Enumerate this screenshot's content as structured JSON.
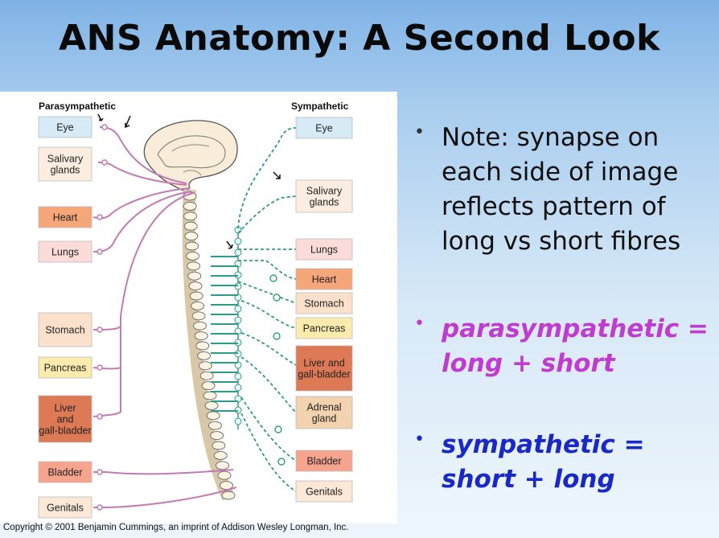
{
  "title": "ANS Anatomy: A Second Look",
  "figure": {
    "parasympathetic_heading": "Parasympathetic",
    "sympathetic_heading": "Sympathetic",
    "parasympathetic_organs": [
      {
        "label": "Eye",
        "fill": "#d7ebf7"
      },
      {
        "label": "Salivary glands",
        "fill": "#fbeee0"
      },
      {
        "label": "Heart",
        "fill": "#f5a77a"
      },
      {
        "label": "Lungs",
        "fill": "#fcdcd9"
      },
      {
        "label": "Stomach",
        "fill": "#fbe1cc"
      },
      {
        "label": "Pancreas",
        "fill": "#fbecae"
      },
      {
        "label": "Liver and gall-bladder",
        "fill": "#dd7a55"
      },
      {
        "label": "Bladder",
        "fill": "#f6a48e"
      },
      {
        "label": "Genitals",
        "fill": "#fbe8d6"
      }
    ],
    "sympathetic_organs": [
      {
        "label": "Eye",
        "fill": "#d7ebf7"
      },
      {
        "label": "Salivary glands",
        "fill": "#fbeee0"
      },
      {
        "label": "Lungs",
        "fill": "#fcdcd9"
      },
      {
        "label": "Heart",
        "fill": "#f5a77a"
      },
      {
        "label": "Stomach",
        "fill": "#fbe1cc"
      },
      {
        "label": "Pancreas",
        "fill": "#fbecae"
      },
      {
        "label": "Liver and gall-bladder",
        "fill": "#dd7a55"
      },
      {
        "label": "Adrenal gland",
        "fill": "#f3d2b0"
      },
      {
        "label": "Bladder",
        "fill": "#f6a48e"
      },
      {
        "label": "Genitals",
        "fill": "#fbe8d6"
      }
    ],
    "colors": {
      "parasympathetic": "#c27bb4",
      "sympathetic": "#2e9a8c"
    },
    "copyright": "Copyright © 2001 Benjamin Cummings, an imprint of Addison Wesley Longman, Inc."
  },
  "bullets": {
    "note": "Note:  synapse on each side of image reflects pattern of long vs short fibres",
    "parasympathetic": "parasympathetic = long + short",
    "sympathetic": "sympathetic = short + long"
  }
}
